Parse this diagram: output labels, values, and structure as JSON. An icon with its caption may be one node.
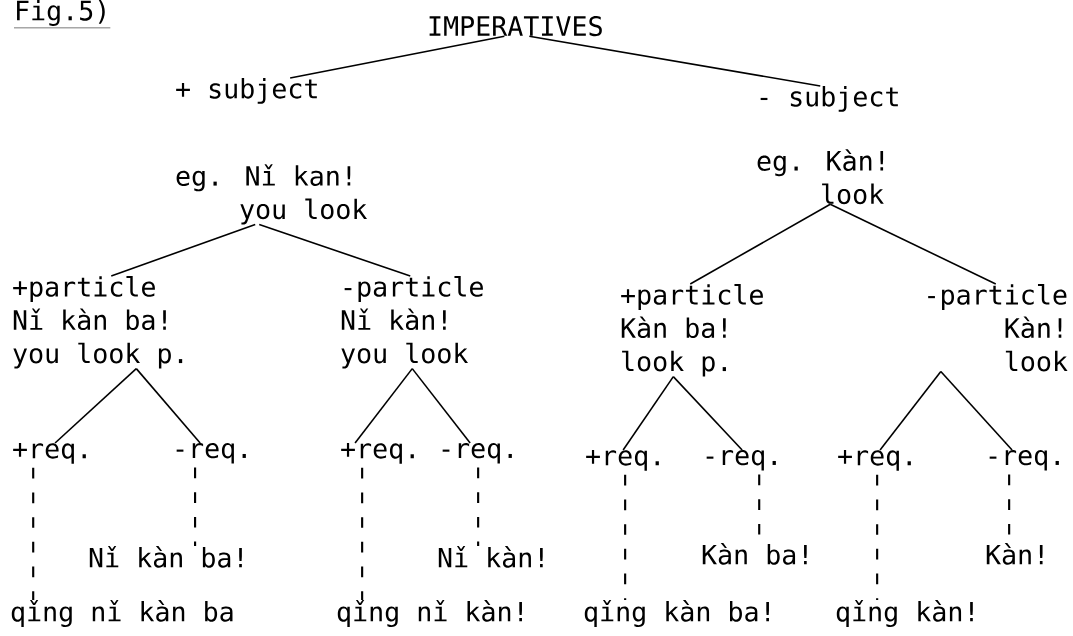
{
  "diagram": {
    "nodes": [
      {
        "text": [
          "IMPERATIVES"
        ]
      },
      {
        "text": [
          "+ subject",
          "eg. Nǐ kan!",
          "you look"
        ]
      },
      {
        "text": [
          "- subject",
          "eg. Kàn!",
          "look"
        ]
      },
      {
        "text": [
          "+particle",
          "Nǐ kàn ba!",
          "you look p."
        ]
      },
      {
        "text": [
          "-particle",
          "Nǐ kàn!",
          "you look"
        ]
      },
      {
        "text": [
          "+particle",
          "Kàn ba!",
          "look p."
        ]
      },
      {
        "text": [
          "-particle",
          "Kàn!",
          "look"
        ]
      },
      {
        "text": [
          "+req."
        ]
      },
      {
        "text": [
          "-req."
        ]
      },
      {
        "text": [
          "+req."
        ]
      },
      {
        "text": [
          "-req."
        ]
      },
      {
        "text": [
          "+req."
        ]
      },
      {
        "text": [
          "-req."
        ]
      },
      {
        "text": [
          "+req."
        ]
      },
      {
        "text": [
          "-req."
        ]
      },
      {
        "text": [
          "Nǐ kàn ba!"
        ]
      },
      {
        "text": [
          "Nǐ kàn!"
        ]
      },
      {
        "text": [
          "Kàn ba!"
        ]
      },
      {
        "text": [
          "Kàn!"
        ]
      },
      {
        "text": [
          "qǐng nǐ kàn ba"
        ]
      },
      {
        "text": [
          "qǐng nǐ kàn!"
        ]
      },
      {
        "text": [
          "qǐng kàn ba!"
        ]
      },
      {
        "text": [
          "qǐng kàn!"
        ]
      }
    ],
    "edges": [
      {
        "from": 0,
        "to": 1,
        "arrow": "none"
      },
      {
        "from": 0,
        "to": 2,
        "arrow": "none"
      },
      {
        "from": 1,
        "to": 3,
        "arrow": "none"
      },
      {
        "from": 1,
        "to": 4,
        "arrow": "none"
      },
      {
        "from": 2,
        "to": 5,
        "arrow": "none"
      },
      {
        "from": 2,
        "to": 6,
        "arrow": "none"
      },
      {
        "from": 3,
        "to": 7,
        "arrow": "none"
      },
      {
        "from": 3,
        "to": 8,
        "arrow": "none"
      },
      {
        "from": 4,
        "to": 9,
        "arrow": "none"
      },
      {
        "from": 4,
        "to": 10,
        "arrow": "none"
      },
      {
        "from": 5,
        "to": 11,
        "arrow": "none"
      },
      {
        "from": 5,
        "to": 12,
        "arrow": "none"
      },
      {
        "from": 6,
        "to": 13,
        "arrow": "none"
      },
      {
        "from": 6,
        "to": 14,
        "arrow": "none"
      },
      {
        "from": 7,
        "to": 19,
        "arrow": "none",
        "style": "dashed"
      },
      {
        "from": 8,
        "to": 15,
        "arrow": "none",
        "style": "dashed"
      },
      {
        "from": 9,
        "to": 20,
        "arrow": "none",
        "style": "dashed"
      },
      {
        "from": 10,
        "to": 16,
        "arrow": "none",
        "style": "dashed"
      },
      {
        "from": 11,
        "to": 21,
        "arrow": "none",
        "style": "dashed"
      },
      {
        "from": 12,
        "to": 17,
        "arrow": "none",
        "style": "dashed"
      },
      {
        "from": 13,
        "to": 22,
        "arrow": "none",
        "style": "dashed"
      },
      {
        "from": 14,
        "to": 18,
        "arrow": "none",
        "style": "dashed"
      }
    ],
    "labels": [
      "Fig.5)"
    ]
  }
}
